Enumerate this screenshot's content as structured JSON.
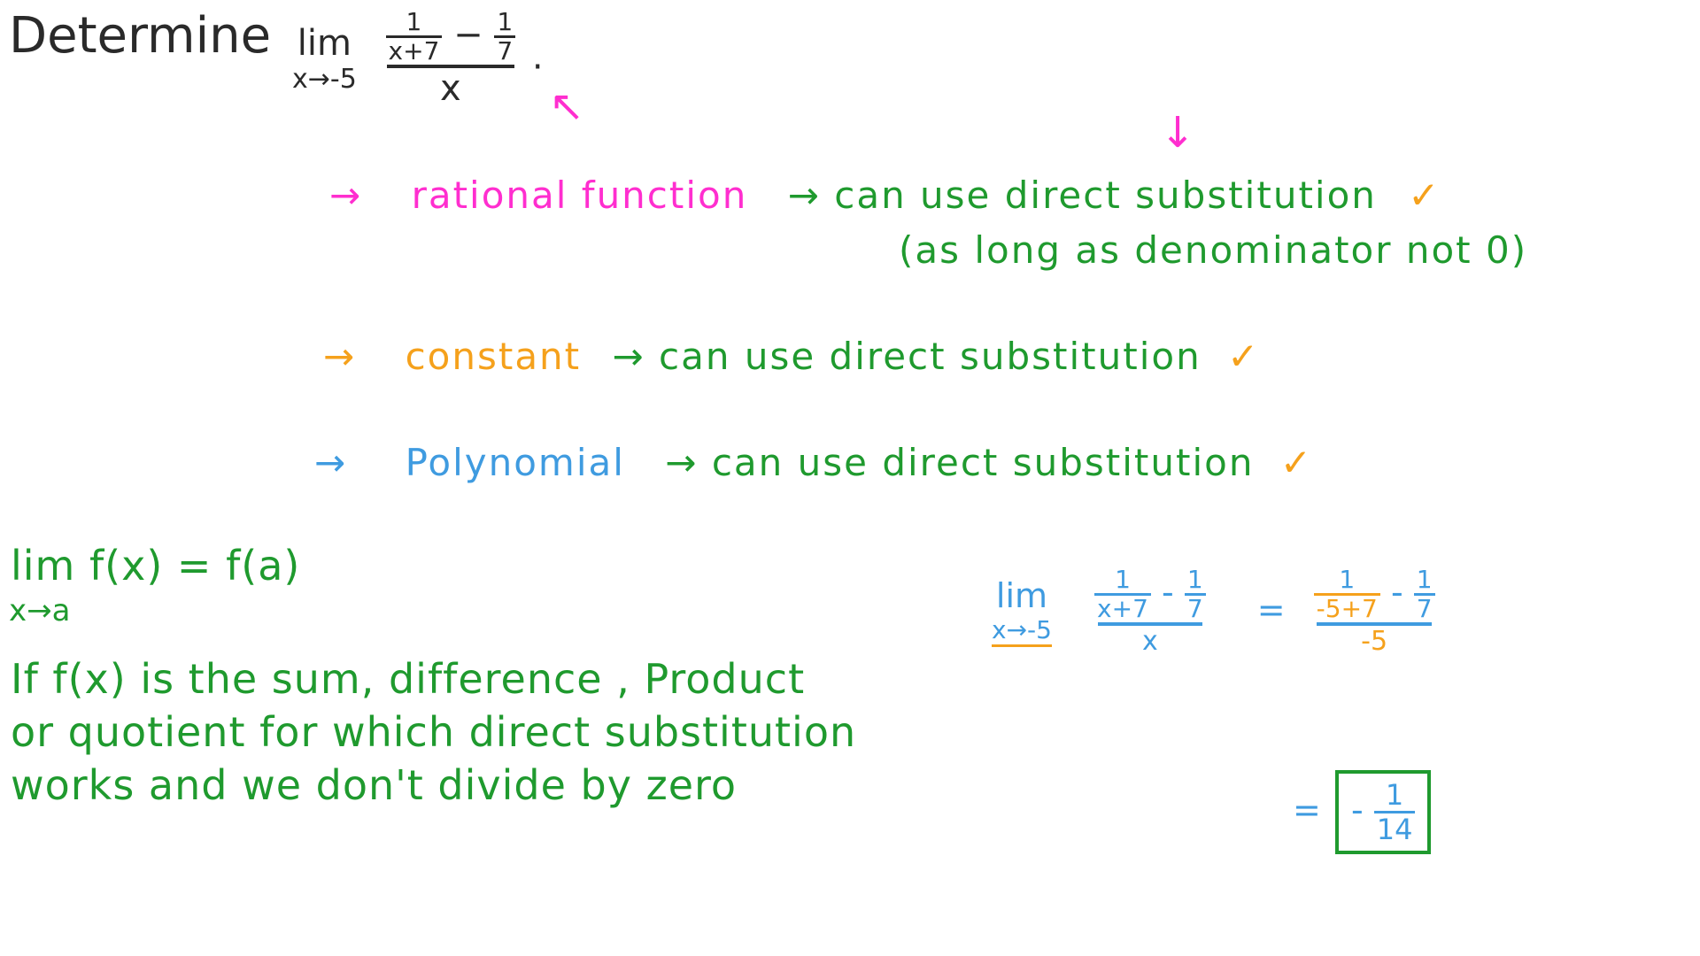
{
  "question": {
    "prompt": "Determine",
    "lim": "lim",
    "lim_sub": "x→-5",
    "num_a_top": "1",
    "num_a_bottom": "x+7",
    "minus": "−",
    "num_b_top": "1",
    "num_b_bottom": "7",
    "denominator": "x",
    "period": "."
  },
  "rules": [
    {
      "arrow": "→",
      "term": "rational function",
      "result": "→ can use direct substitution",
      "check": "✓",
      "note": "(as long as denominator not 0)",
      "color": "#ff2ecf"
    },
    {
      "arrow": "→",
      "term": "constant",
      "result": "→ can use direct substitution",
      "check": "✓",
      "color": "#f5a11c"
    },
    {
      "arrow": "→",
      "term": "Polynomial",
      "result": "→ can use direct substitution",
      "check": "✓",
      "color": "#3f9be0"
    }
  ],
  "theorem": {
    "lhs": "lim f(x) = f(a)",
    "sub": "x→a",
    "lines": [
      "If  f(x)  is  the  sum, difference ,  Product",
      "or  quotient  for which  direct  substitution",
      "works  and  we  don't  divide  by  zero"
    ]
  },
  "work": {
    "lim": "lim",
    "lim_sub": "x→-5",
    "step1": {
      "a_top": "1",
      "a_bottom": "x+7",
      "minus": "-",
      "b_top": "1",
      "b_bottom": "7",
      "den": "x"
    },
    "equals": "=",
    "step2": {
      "a_top": "1",
      "a_bottom": "-5+7",
      "minus": "-",
      "b_top": "1",
      "b_bottom": "7",
      "den": "-5"
    },
    "answer": {
      "sign": "-",
      "top": "1",
      "bottom": "14"
    }
  },
  "colors": {
    "green": "#1f9a2e",
    "pink": "#ff2ecf",
    "orange": "#f5a11c",
    "blue": "#3f9be0",
    "black": "#2a2a2a"
  },
  "annotations": {
    "arrow_up": "↖",
    "arrow_down": "↓"
  }
}
